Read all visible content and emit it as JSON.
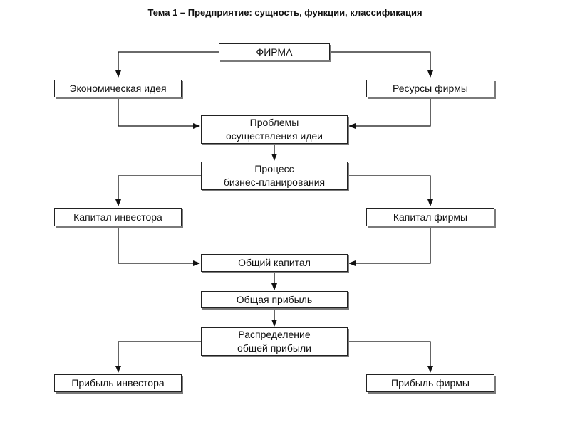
{
  "title": "Тема 1 – Предприятие: сущность, функции, классификация",
  "nodes": {
    "firm": "ФИРМА",
    "economic_idea": "Экономическая идея",
    "firm_resources": "Ресурсы фирмы",
    "implementation_problems": "Проблемы\nосуществления идеи",
    "business_planning": "Процесс\nбизнес-планирования",
    "investor_capital": "Капитал инвестора",
    "firm_capital": "Капитал фирмы",
    "total_capital": "Общий капитал",
    "total_profit": "Общая прибыль",
    "profit_distribution": "Распределение\nобщей прибыли",
    "investor_profit": "Прибыль инвестора",
    "firm_profit": "Прибыль фирмы"
  }
}
